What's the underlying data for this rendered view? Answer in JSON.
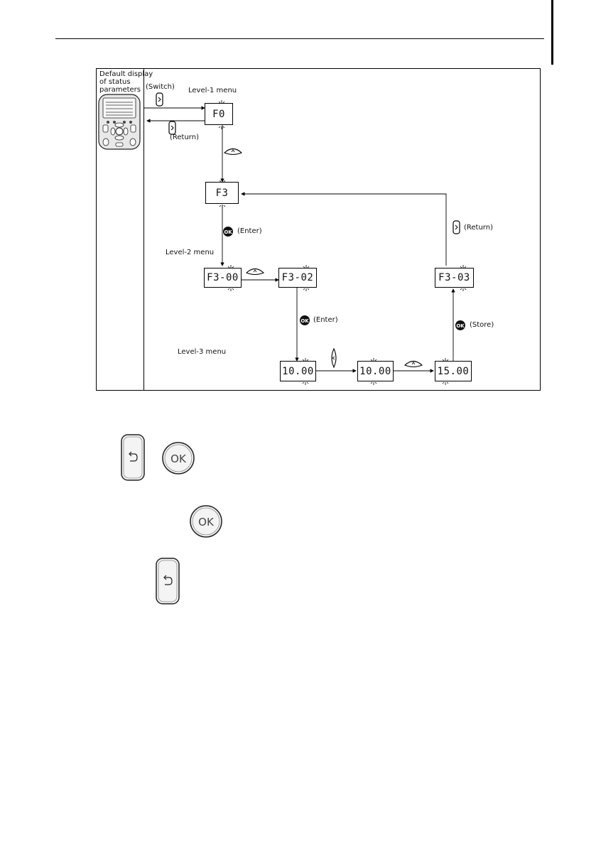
{
  "diagram": {
    "default_display": "Default display of status parameters",
    "default_display_lines": [
      "Default display",
      "of status",
      "parameters"
    ],
    "level1_label": "Level-1 menu",
    "level2_label": "Level-2 menu",
    "level3_label": "Level-3 menu",
    "switch_label": "(Switch)",
    "return_label": "(Return)",
    "enter_label": "(Enter)",
    "store_label": "(Store)",
    "displays": {
      "f0": "F0",
      "f3": "F3",
      "f3_00": "F3-00",
      "f3_02": "F3-02",
      "f3_03": "F3-03",
      "v1": "10.00",
      "v2": "10.00",
      "v3": "15.00"
    }
  },
  "keys": {
    "ok": "OK"
  },
  "icons": [
    "return-key-icon",
    "ok-key-icon",
    "up-key-icon",
    "shift-key-icon",
    "keypad-image"
  ]
}
